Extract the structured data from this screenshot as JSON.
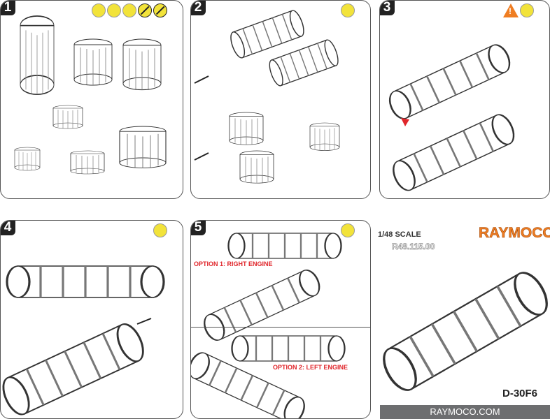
{
  "steps": [
    {
      "number": "1",
      "icons": [
        "saw-cut-icon",
        "knife-icon",
        "sand-icon",
        "no-glue-icon",
        "no-paint-icon"
      ]
    },
    {
      "number": "2",
      "icons": [
        "glue-icon"
      ]
    },
    {
      "number": "3",
      "icons": [
        "warning-icon",
        "glue-icon"
      ],
      "warning_symbol": "!"
    },
    {
      "number": "4",
      "icons": [
        "glue-icon"
      ]
    },
    {
      "number": "5",
      "icons": [
        "glue-icon"
      ],
      "option1": "OPTION 1:  RIGHT ENGINE",
      "option2": "OPTION 2:  LEFT ENGINE"
    }
  ],
  "info": {
    "scale": "1/48 SCALE",
    "code": "R48.115.00",
    "brand": "RAYMOCO",
    "model": "D-30F6",
    "website": "RAYMOCO.COM"
  },
  "colors": {
    "accent": "#ef7d22",
    "icon_yellow": "#f2e33a",
    "warning_red": "#e0262b",
    "footer_gray": "#6d6e70"
  }
}
